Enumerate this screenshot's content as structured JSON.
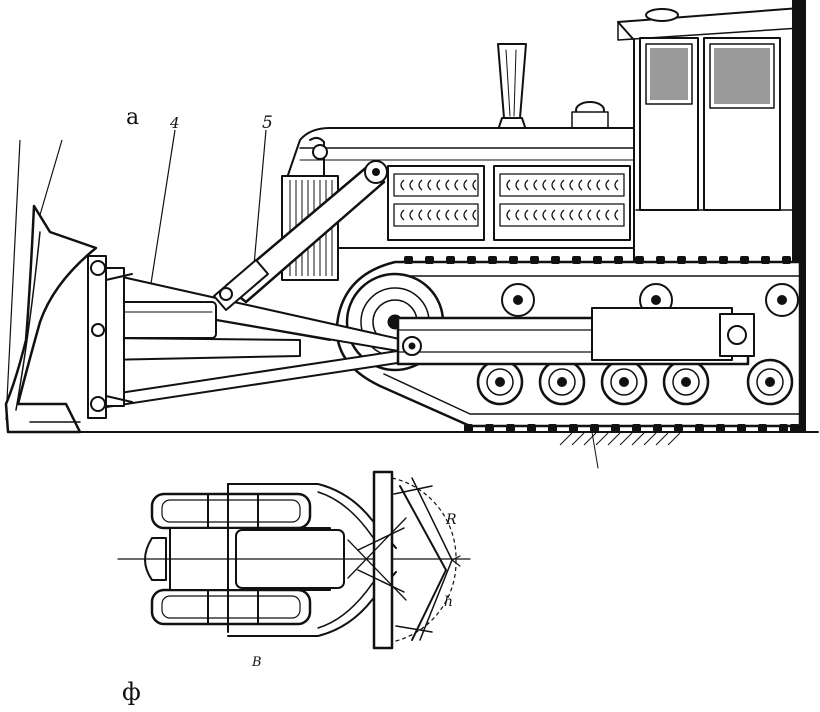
{
  "labels": {
    "view_a": "а",
    "leader_4": "4",
    "leader_5": "5",
    "view_b": "ф",
    "plan_caption": "В",
    "angle_upper": "R",
    "angle_lower": "h"
  },
  "colors": {
    "ink": "#111111",
    "paper": "#ffffff",
    "shade": "#9a9a9a"
  },
  "icons": {
    "side_view": "bulldozer-side-elevation",
    "plan_view": "bulldozer-plan-view"
  }
}
